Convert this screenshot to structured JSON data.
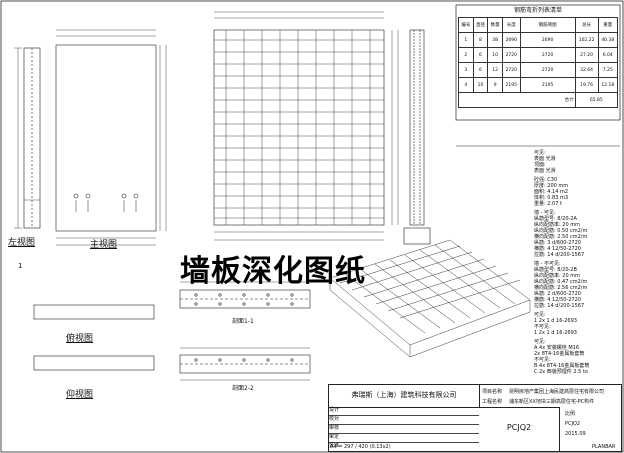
{
  "overlay_title": "墙板深化图纸",
  "views": {
    "left": "左视图",
    "front": "主视图",
    "top": "俯视图",
    "bottom": "仰视图",
    "section_1": "剖面1-1",
    "section_2": "剖面2-2"
  },
  "rebar_table": {
    "title": "钢筋弯折列表清单",
    "headers": [
      "编号",
      "直径",
      "数量",
      "长度",
      "钢筋简图",
      "总长",
      "重量"
    ],
    "rows": [
      [
        "1",
        "8",
        "38",
        "2690",
        "2690",
        "102.22",
        "40.38"
      ],
      [
        "2",
        "6",
        "10",
        "2720",
        "2720",
        "27.20",
        "6.04"
      ],
      [
        "3",
        "6",
        "12",
        "2720",
        "2720",
        "32.64",
        "7.25"
      ],
      [
        "4",
        "10",
        "9",
        "2195",
        "2195",
        "19.76",
        "12.18"
      ]
    ],
    "total_label": "合计",
    "total_value": "65.85"
  },
  "notes": [
    "可见:",
    "表面 光滑",
    "顶面:",
    "表面 光滑",
    "砼强: C30",
    "厚度: 200 mm",
    "面积: 4.14 m2",
    "体积: 0.83 m3",
    "重量: 2.07 t",
    "墙 - 可见:",
    "纵筋型号: 8/20-2A",
    "纵向配筋率: 20 mm",
    "纵向配筋: 0.50 cm2/m",
    "横向配筋: 2.50 cm2/m",
    "纵筋: 3 d/600-2720",
    "横筋: 4 12/50-2720",
    "拉筋: 14 d/200-1567",
    "墙 - 不可见:",
    "纵筋型号: 8/20-2B",
    "纵向配筋率: 20 mm",
    "纵向配筋: 0.47 cm2/m",
    "横向配筋: 2.56 cm2/m",
    "纵筋: 2 d/600-2720",
    "横筋: 4 12/50-2720",
    "拉筋: 14 d/200-1567",
    "可见:",
    "1 2x 1 d 16-2693",
    "不可见:",
    "1 2x 1 d 16-2693",
    "可见:",
    "A 4x 安装螺栓 M16",
    "2x 8T4-16金属板套筒",
    "不可见:",
    "B 4x 8T4-16金属板套筒",
    "C 2x 西装预埋件 2.5 to"
  ],
  "title_block": {
    "company": "弗瑞斯（上海）建筑科技有限公司",
    "project_label": "项目名称",
    "project": "昆明房地产集团上海民建高层住宅有限公司",
    "part_label": "工程名称",
    "part": "浦东新区XX地块三期高层住宅-PC构件",
    "drawing_code": "PCJQ2",
    "scale": "比例",
    "sheet": "PCJQ2",
    "rows": [
      "设计",
      "校对",
      "审核",
      "审定",
      "批准"
    ],
    "date": "2015.09",
    "format": "A4 = 297 / 420 (0.13x2)",
    "footer": "PLANBAR"
  }
}
